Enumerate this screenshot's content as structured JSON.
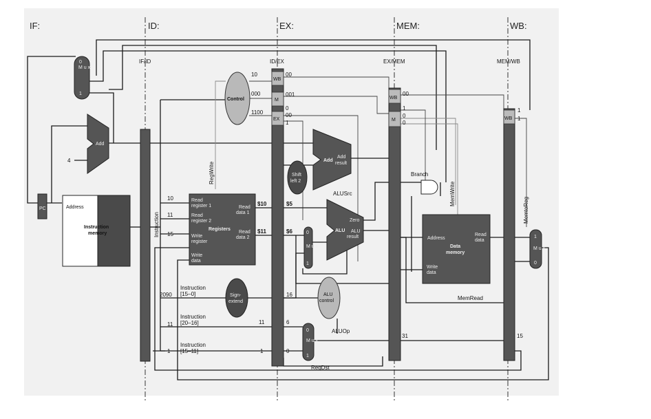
{
  "stages": {
    "if": "IF:",
    "id": "ID:",
    "ex": "EX:",
    "mem": "MEM:",
    "wb": "WB:"
  },
  "pipeline_registers": {
    "if_id": "IF/ID",
    "id_ex": "ID/EX",
    "ex_mem": "EX/MEM",
    "mem_wb": "MEM/WB"
  },
  "blocks": {
    "pc": "PC",
    "add_pc": "Add",
    "mux_top": "M u x",
    "instruction_memory": {
      "address": "Address",
      "title1": "Instruction",
      "title2": "memory"
    },
    "instruction_label": "Instruction",
    "control": "Control",
    "registers": {
      "title": "Registers",
      "read_reg1a": "Read",
      "read_reg1b": "register 1",
      "read_reg2a": "Read",
      "read_reg2b": "register 2",
      "write_rega": "Write",
      "write_regb": "register",
      "write_dataa": "Write",
      "write_datab": "data",
      "read_data1a": "Read",
      "read_data1b": "data 1",
      "read_data2a": "Read",
      "read_data2b": "data 2"
    },
    "sign_extend": {
      "a": "Sign-",
      "b": "extend"
    },
    "shift_left": {
      "a": "Shift",
      "b": "left 2"
    },
    "add_branch": {
      "title": "Add",
      "resulta": "Add",
      "resultb": "result"
    },
    "alu": {
      "title": "ALU",
      "zero": "Zero",
      "resulta": "ALU",
      "resultb": "result"
    },
    "mux_alu": "M u x",
    "alu_control": {
      "a": "ALU",
      "b": "control"
    },
    "mux_regdst": "M u x",
    "data_memory": {
      "title1": "Data",
      "title2": "memory",
      "address": "Address",
      "read_dataa": "Read",
      "read_datab": "data",
      "write_dataa": "Write",
      "write_datab": "data"
    },
    "mux_wb": "M u x",
    "and_gate": "Branch"
  },
  "control_fields": {
    "wb": "WB",
    "m": "M",
    "ex": "EX",
    "ex_mem_wb": "WB",
    "ex_mem_m": "M",
    "mem_wb_wb": "WB"
  },
  "signals": {
    "regwrite": "RegWrite",
    "alusrc": "ALUSrc",
    "aluop": "ALUOp",
    "regdst": "RegDst",
    "memwrite": "MemWrite",
    "memread": "MemRead",
    "memtoreg": "MemtoReg",
    "branch": "Branch"
  },
  "values": {
    "ctl_wb": "10",
    "ctl_m": "000",
    "ctl_ex": "1100",
    "idex_wb": "00",
    "idex_m": "001",
    "idex_m2": "0",
    "idex_ex": "00",
    "idex_ex2": "1",
    "exmem_wb": "00",
    "exmem_m1": "1",
    "exmem_m2": "0",
    "exmem_m3": "0",
    "memwb_wb1": "1",
    "memwb_wb2": "1",
    "mux_top_1": "0",
    "mux_top_2": "1",
    "mux_alu_0": "0",
    "mux_alu_1": "1",
    "mux_regdst_0": "0",
    "mux_regdst_1": "1",
    "mux_wb_1": "1",
    "mux_wb_0": "0",
    "pc_four": "4",
    "rs_num": "10",
    "rt_num": "11",
    "rd_num": "15",
    "read1_val": "$10",
    "read2_val": "$11",
    "alu_in1": "$5",
    "alu_in2": "$6",
    "imm_val": "2090",
    "imm16": "16",
    "rt_field": "11",
    "rt_out": "11",
    "rt_dest": "6",
    "rd_field": "1",
    "rd_out": "1",
    "rd_dest": "0",
    "exmem_dest": "31",
    "memwb_dest": "15"
  },
  "instruction_fields": {
    "f1a": "Instruction",
    "f1b": "[15–0]",
    "f2a": "Instruction",
    "f2b": "[20–16]",
    "f3a": "Instruction",
    "f3b": "[15–11]"
  }
}
